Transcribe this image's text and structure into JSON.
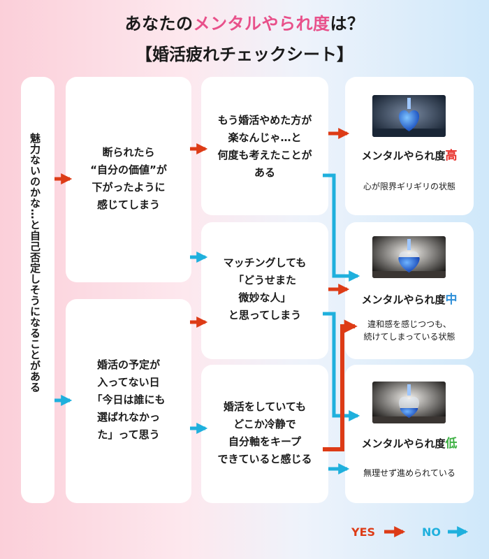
{
  "title": {
    "pre": "あなたの",
    "highlight": "メンタルやられ度",
    "post": "は？",
    "subtitle": "【婚活疲れチェックシート】"
  },
  "start_question": "魅力ないのかな…と自己否定しそうになることがある",
  "questions": {
    "q1": {
      "lines": [
        "断られたら",
        "“自分の価値”が",
        "下がったように",
        "感じてしまう"
      ]
    },
    "q2": {
      "lines": [
        "婚活の予定が",
        "入ってない日",
        "「今日は誰にも",
        "選ばれなかっ",
        "た」って思う"
      ]
    },
    "q3": {
      "lines": [
        "もう婚活やめた方が",
        "楽なんじゃ…と",
        "何度も考えたことが",
        "ある"
      ]
    },
    "q4": {
      "lines": [
        "マッチングしても",
        "「どうせまた",
        "微妙な人」",
        "と思ってしまう"
      ]
    },
    "q5": {
      "lines": [
        "婚活をしていても",
        "どこか冷静で",
        "自分軸をキープ",
        "できていると感じる"
      ]
    }
  },
  "results": {
    "high": {
      "prefix": "メンタルやられ度",
      "level": "高",
      "level_color": "#e8302a",
      "desc": [
        "心が限界ギリギリの状態"
      ]
    },
    "mid": {
      "prefix": "メンタルやられ度",
      "level": "中",
      "level_color": "#2f8fd8",
      "desc": [
        "違和感を感じつつも、",
        "続けてしまっている状態"
      ]
    },
    "low": {
      "prefix": "メンタルやられ度",
      "level": "低",
      "level_color": "#3db043",
      "desc": [
        "無理せず進められている"
      ]
    }
  },
  "legend": {
    "yes": "YES",
    "no": "NO"
  },
  "colors": {
    "yes": "#dd3b16",
    "no": "#1fb0dd",
    "highlight": "#e8508a"
  },
  "icons": [
    "perfume-bottle-photo",
    "yes-arrow-icon",
    "no-arrow-icon"
  ]
}
